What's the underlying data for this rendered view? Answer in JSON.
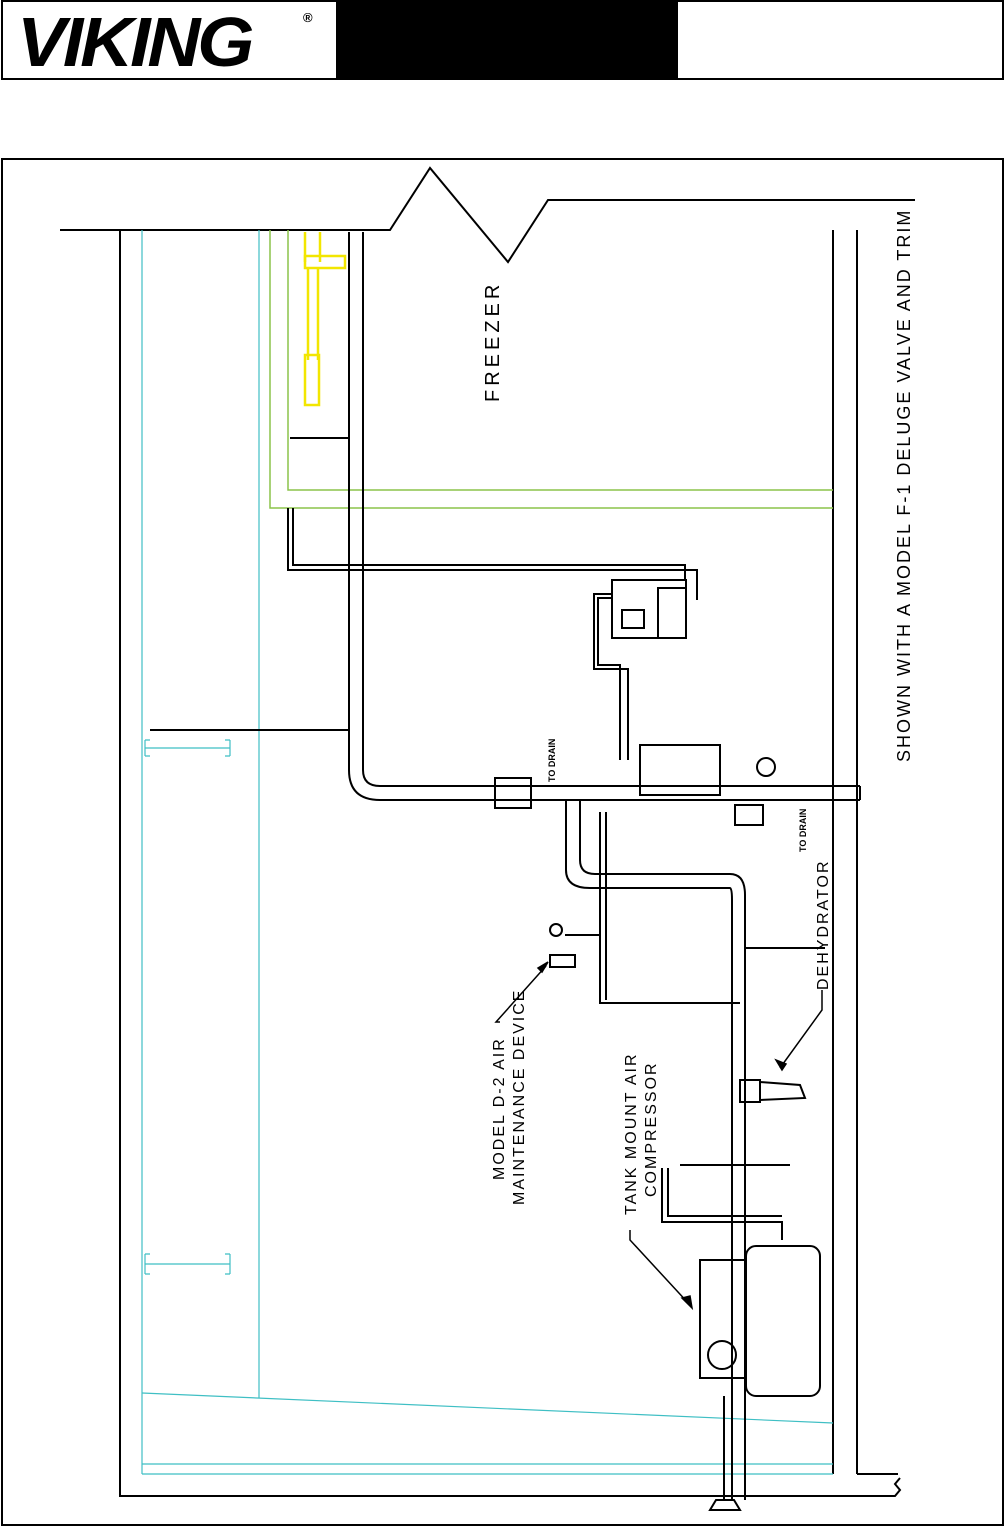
{
  "header": {
    "brand": "VIKING",
    "registered_mark": "®"
  },
  "diagram": {
    "room_label": "FREEZER",
    "caption": "SHOWN WITH A MODEL F-1 DELUGE VALVE AND TRIM",
    "to_drain_1": "TO DRAIN",
    "to_drain_2": "TO DRAIN",
    "dehydrator_label": "DEHYDRATOR",
    "air_maintenance_line1": "MODEL D-2 AIR",
    "air_maintenance_line2": "MAINTENANCE DEVICE",
    "compressor_line1": "TANK MOUNT AIR",
    "compressor_line2": "COMPRESSOR"
  },
  "colors": {
    "pipe": "#000000",
    "wall_cyan": "#3fbfc4",
    "insulation_green": "#8bc34a",
    "sprinkler_yellow": "#f2e600"
  }
}
